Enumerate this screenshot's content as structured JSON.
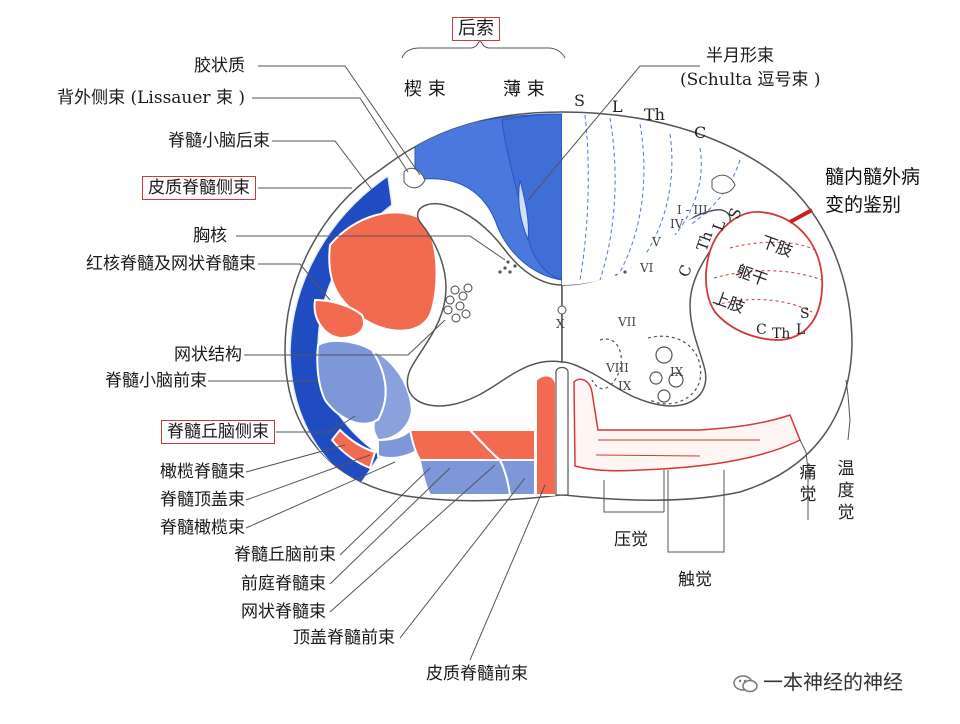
{
  "title_top": "后索",
  "top_labels": {
    "cuneate": "楔 束",
    "gracile": "薄 束",
    "semilunar": "半月形束",
    "semilunar_sub": "(Schulta 逗号束 )"
  },
  "left_labels": [
    {
      "id": "substantia-gelatinosa",
      "text": "胶状质",
      "boxed": false
    },
    {
      "id": "lissauer",
      "text": "背外侧束 (Lissauer 束 )",
      "boxed": false
    },
    {
      "id": "dorsal-spinocerebellar",
      "text": "脊髓小脑后束",
      "boxed": false
    },
    {
      "id": "lateral-corticospinal",
      "text": "皮质脊髓侧束",
      "boxed": true
    },
    {
      "id": "thoracic-nucleus",
      "text": "胸核",
      "boxed": false
    },
    {
      "id": "rubro-reticulospinal",
      "text": "红核脊髓及网状脊髓束",
      "boxed": false
    },
    {
      "id": "reticular-formation",
      "text": "网状结构",
      "boxed": false
    },
    {
      "id": "ventral-spinocerebellar",
      "text": "脊髓小脑前束",
      "boxed": false
    },
    {
      "id": "lateral-spinothalamic",
      "text": "脊髓丘脑侧束",
      "boxed": true
    },
    {
      "id": "olivospinal",
      "text": "橄榄脊髓束",
      "boxed": false
    },
    {
      "id": "spinotectal",
      "text": "脊髓顶盖束",
      "boxed": false
    },
    {
      "id": "spino-olivary",
      "text": "脊髓橄榄束",
      "boxed": false
    },
    {
      "id": "anterior-spinothalamic",
      "text": "脊髓丘脑前束",
      "boxed": false
    },
    {
      "id": "vestibulospinal",
      "text": "前庭脊髓束",
      "boxed": false
    },
    {
      "id": "reticulospinal",
      "text": "网状脊髓束",
      "boxed": false
    },
    {
      "id": "tectospinal",
      "text": "顶盖脊髓前束",
      "boxed": false
    },
    {
      "id": "anterior-corticospinal",
      "text": "皮质脊髓前束",
      "boxed": false
    }
  ],
  "right_labels": {
    "note_line1": "髓内髓外病",
    "note_line2": "变的鉴别",
    "pressure": "压觉",
    "touch": "触觉",
    "pain": "痛觉",
    "temperature": "温度觉"
  },
  "segment_letters": {
    "s": "S",
    "l": "L",
    "th": "Th",
    "c": "C"
  },
  "lamina_labels": {
    "l1_3": "I - III",
    "l4": "IV",
    "l5": "V",
    "l6": "VI",
    "l7": "VII",
    "l8": "VIII",
    "l9a": "IX",
    "l9b": "IX",
    "l10": "X"
  },
  "lateral_lamination": {
    "c": "C",
    "th": "Th",
    "l": "L",
    "s": "S",
    "lower_limb": "下肢",
    "trunk": "躯干",
    "upper_limb": "上肢",
    "c2": "C",
    "th2": "Th",
    "l2": "L",
    "s2": "S"
  },
  "watermark": "一本神经的神经",
  "colors": {
    "blue": "#3f6fd6",
    "dark_blue": "#1f4cc0",
    "light_blue": "#7d97d9",
    "red": "#f26a4f",
    "red_outline": "#d23a3a"
  }
}
